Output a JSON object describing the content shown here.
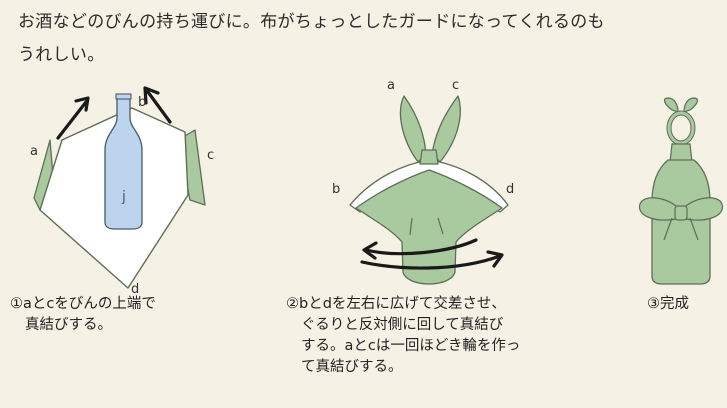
{
  "intro": {
    "line1": "お酒などのびんの持ち運びに。布がちょっとしたガードになってくれるのも",
    "line2": "うれしい。"
  },
  "colors": {
    "background": "#f5f1e4",
    "cloth_green": "#a9c99f",
    "cloth_outline": "#5d6e58",
    "cloth_white": "#ffffff",
    "bottle_blue": "#bcd4ee",
    "arrow": "#1a1a1a"
  },
  "steps": [
    {
      "labels": {
        "a": "a",
        "b": "b",
        "c": "c",
        "d": "d"
      },
      "bottle_mark": "j",
      "number": "①",
      "caption_lines": [
        "aとcをびんの上端で",
        "真結びする。"
      ]
    },
    {
      "labels": {
        "a": "a",
        "b": "b",
        "c": "c",
        "d": "d"
      },
      "number": "②",
      "caption_lines": [
        "bとdを左右に広げて交差させ、",
        "ぐるりと反対側に回して真結び",
        "する。aとcは一回ほどき輪を作っ",
        "て真結びする。"
      ]
    },
    {
      "number": "③",
      "caption_lines": [
        "完成"
      ]
    }
  ]
}
